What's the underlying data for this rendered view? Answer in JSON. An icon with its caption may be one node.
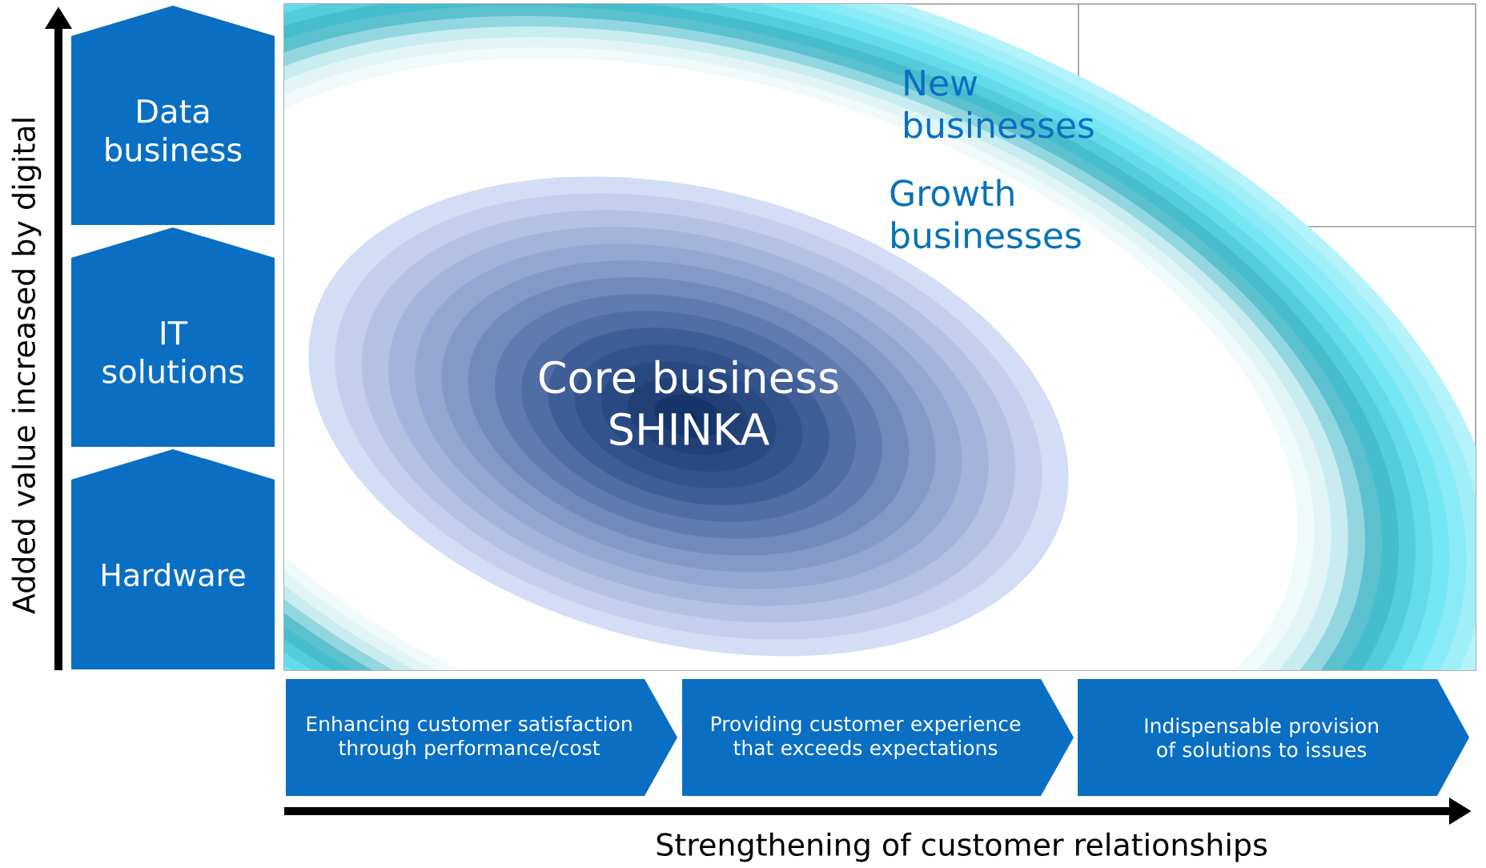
{
  "diagram": {
    "nodes": [
      {
        "text": [
          "Data business"
        ]
      },
      {
        "text": [
          "IT solutions"
        ]
      },
      {
        "text": [
          "Hardware"
        ]
      },
      {
        "text": [
          "New businesses"
        ]
      },
      {
        "text": [
          "Growth businesses"
        ]
      },
      {
        "text": [
          "Core business SHINKA"
        ]
      },
      {
        "text": [
          "Enhancing customer satisfaction through performance/cost"
        ]
      },
      {
        "text": [
          "Providing customer experience that exceeds expectations"
        ]
      },
      {
        "text": [
          "Indispensable provision of solutions to issues"
        ]
      }
    ],
    "edges": [],
    "labels": [
      "Added value increased by digital",
      "Strengthening of customer relationships"
    ]
  }
}
